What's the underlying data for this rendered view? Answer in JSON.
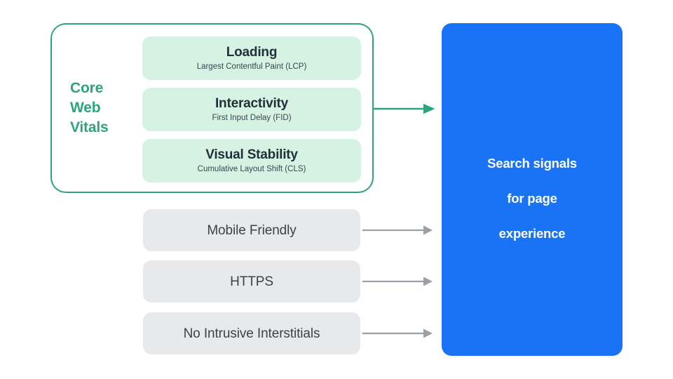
{
  "diagram": {
    "title": "Search signals for page experience",
    "colors": {
      "green_accent": "#2BA579",
      "green_card_fill": "#D5F2E2",
      "gray_card_fill": "#E7E9EB",
      "blue_panel": "#1A73F5",
      "gray_arrow": "#9AA0A6",
      "dark_text": "#21303A",
      "gray_text": "#3C4246",
      "white_text": "#FFFFFF",
      "background": "#FFFFFF"
    }
  },
  "core_web_vitals": {
    "label": "Core\nWeb\nVitals",
    "label_line_1": "Core",
    "label_line_2": "Web",
    "label_line_3": "Vitals",
    "metrics": [
      {
        "title": "Loading",
        "subtitle": "Largest Contentful Paint (LCP)",
        "abbreviation": "LCP"
      },
      {
        "title": "Interactivity",
        "subtitle": "First Input Delay (FID)",
        "abbreviation": "FID"
      },
      {
        "title": "Visual Stability",
        "subtitle": "Cumulative Layout Shift (CLS)",
        "abbreviation": "CLS"
      }
    ]
  },
  "other_signals": [
    {
      "title": "Mobile Friendly"
    },
    {
      "title": "HTTPS"
    },
    {
      "title": "No Intrusive Interstitials"
    }
  ],
  "outcome": {
    "text": "Search signals\nfor page\nexperience",
    "line_1": "Search signals",
    "line_2": "for page",
    "line_3": "experience"
  },
  "connectors": [
    {
      "from": "core-web-vitals-group",
      "to": "outcome-panel",
      "color": "green",
      "name": "arrow-cwv-to-outcome"
    },
    {
      "from": "signal-mobile-friendly",
      "to": "outcome-panel",
      "color": "gray",
      "name": "arrow-mobile-friendly-to-outcome"
    },
    {
      "from": "signal-https",
      "to": "outcome-panel",
      "color": "gray",
      "name": "arrow-https-to-outcome"
    },
    {
      "from": "signal-no-intrusive-interstitials",
      "to": "outcome-panel",
      "color": "gray",
      "name": "arrow-interstitials-to-outcome"
    }
  ]
}
